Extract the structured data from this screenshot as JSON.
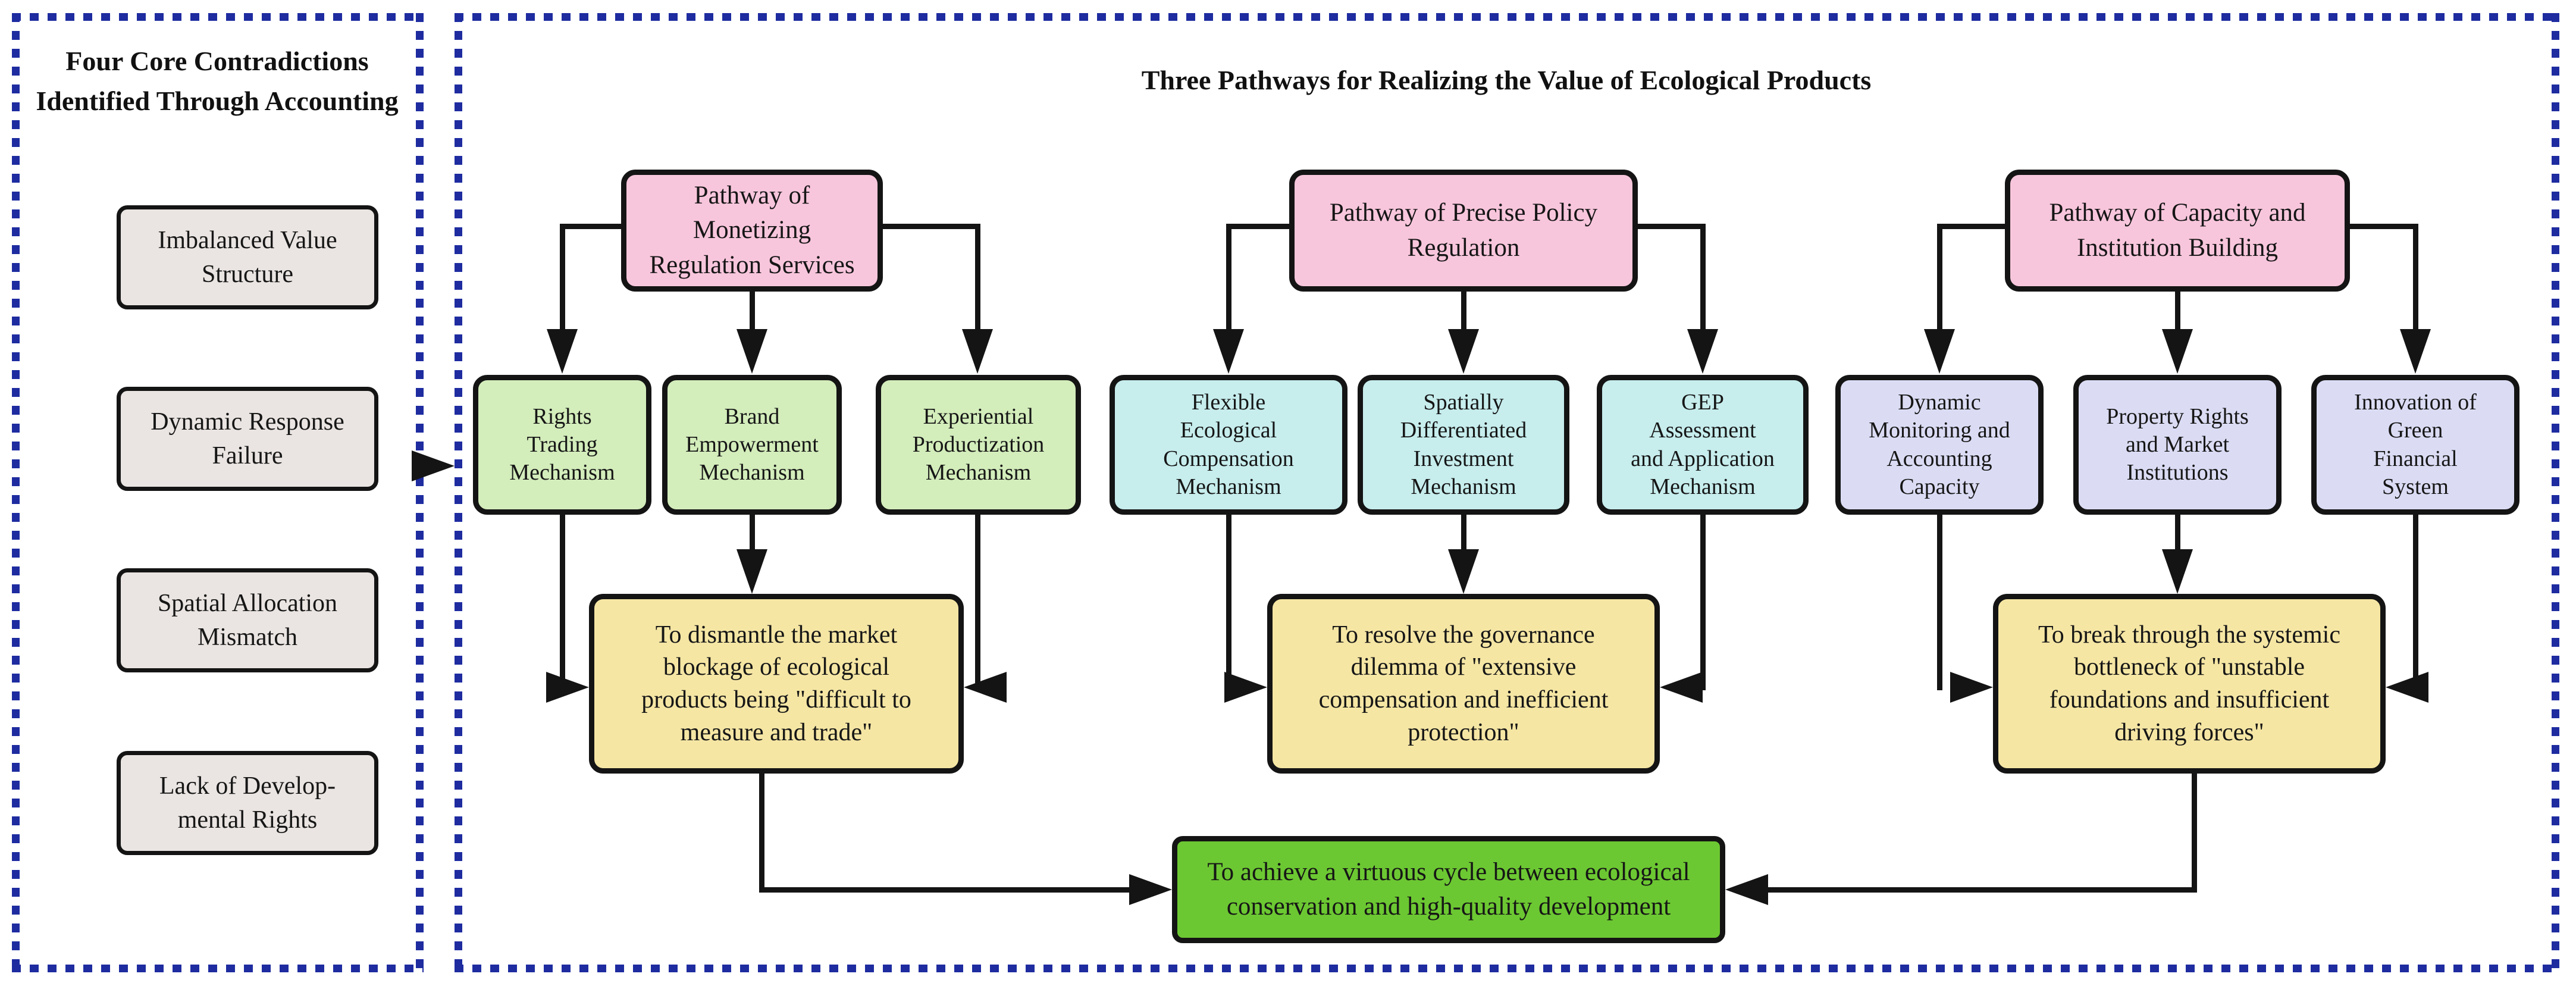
{
  "colors": {
    "navy_border": "#1e2ca0",
    "line": "#141414",
    "gray_fill": "#eae5e2",
    "pink_fill": "#f8c6dc",
    "green_fill": "#d3edbb",
    "cyan_fill": "#c7eded",
    "lavender_fill": "#dbdcf4",
    "yellow_fill": "#f5e6a4",
    "goal_fill": "#6cc832"
  },
  "left_panel": {
    "title": "Four Core Contradictions\nIdentified Through Accounting",
    "items": [
      "Imbalanced Value\nStructure",
      "Dynamic Response\nFailure",
      "Spatial Allocation\nMismatch",
      "Lack of Develop-\nmental  Rights"
    ]
  },
  "right_panel": {
    "title": "Three Pathways for Realizing the Value of Ecological Products",
    "pathways": [
      {
        "label": "Pathway of Monetizing\nRegulation Services",
        "mechanisms": [
          "Rights\nTrading\nMechanism",
          "Brand\nEmpowerment\nMechanism",
          "Experiential\nProductization\nMechanism"
        ],
        "outcome": "To dismantle the market\nblockage of ecological\nproducts being \"difficult to\nmeasure and trade\""
      },
      {
        "label": "Pathway of Precise Policy\nRegulation",
        "mechanisms": [
          "Flexible\nEcological\nCompensation\nMechanism",
          "Spatially\nDifferentiated\nInvestment\nMechanism",
          "GEP\nAssessment\nand Application\nMechanism"
        ],
        "outcome": "To resolve the governance\ndilemma of \"extensive\ncompensation and inefficient\nprotection\""
      },
      {
        "label": "Pathway of Capacity and\nInstitution Building",
        "mechanisms": [
          "Dynamic\nMonitoring and\nAccounting\nCapacity",
          "Property Rights\nand Market\nInstitutions",
          "Innovation of\nGreen\nFinancial\nSystem"
        ],
        "outcome": "To break through the systemic\nbottleneck of \"unstable\nfoundations and insufficient\ndriving forces\""
      }
    ],
    "goal": "To achieve a virtuous cycle between ecological\nconservation and high-quality development"
  }
}
